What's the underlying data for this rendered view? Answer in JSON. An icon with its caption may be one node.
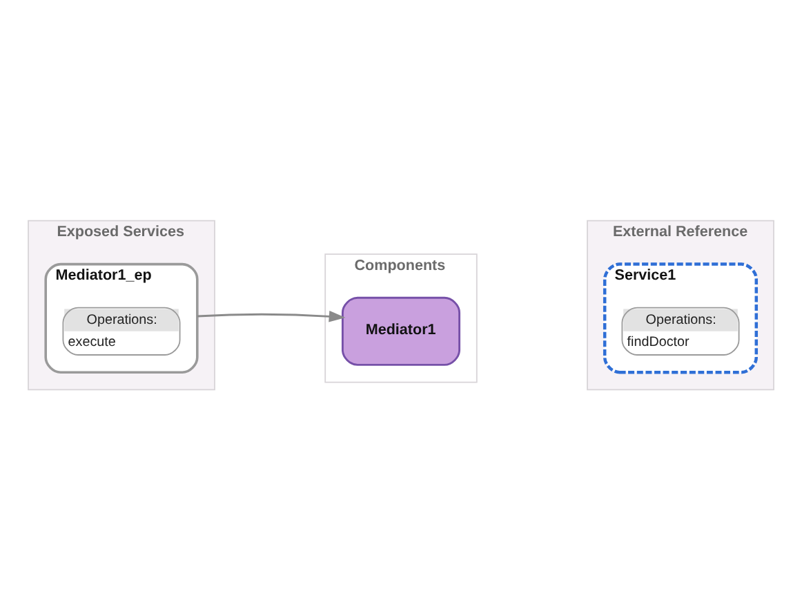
{
  "diagram": {
    "nodes": [
      {
        "text": [
          "Exposed Services"
        ]
      },
      {
        "text": [
          "Mediator1_ep"
        ],
        "in": 0
      },
      {
        "text": [
          "Operations:",
          "execute"
        ],
        "in": 1
      },
      {
        "text": [
          "Components"
        ]
      },
      {
        "text": [
          "Mediator1"
        ],
        "in": 3
      },
      {
        "text": [
          "External Reference"
        ]
      },
      {
        "text": [
          "Service1"
        ],
        "in": 5
      },
      {
        "text": [
          "Operations:",
          "findDoctor"
        ],
        "in": 6
      }
    ],
    "edges": [
      {
        "from": 1,
        "to": 4,
        "arrow": "to"
      }
    ]
  }
}
